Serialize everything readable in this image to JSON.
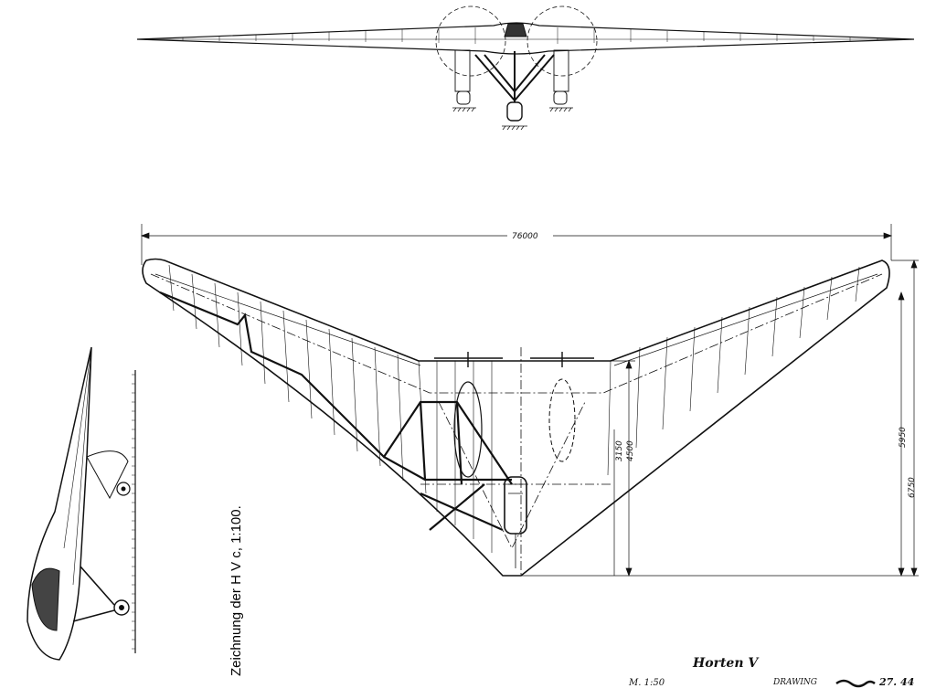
{
  "drawing": {
    "caption": "Zeichnung der H V c, 1:100.",
    "title": "Horten V",
    "scale": "M. 1:50",
    "stamp_label": "DRAWING",
    "stamp_date": "27. 44",
    "dimensions": {
      "span": "76000",
      "length_outer": "6750",
      "length_inner": "5950",
      "center_a": "4500",
      "center_b": "3150"
    }
  }
}
